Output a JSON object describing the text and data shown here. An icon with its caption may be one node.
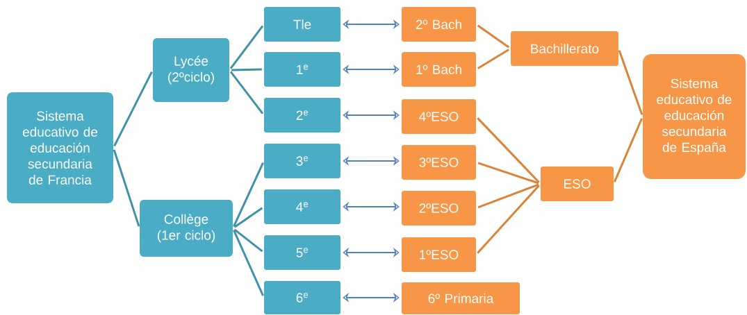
{
  "diagram": {
    "nodes": [
      {
        "text": [
          "Sistema educativo de educación secundaria de Francia"
        ]
      },
      {
        "text": [
          "Lycée (2ºciclo)"
        ]
      },
      {
        "text": [
          "Collège (1er ciclo)"
        ]
      },
      {
        "text": [
          "Tle"
        ]
      },
      {
        "text": [
          "1$^{e}$"
        ]
      },
      {
        "text": [
          "2$^{e}$"
        ]
      },
      {
        "text": [
          "3$^{e}$"
        ]
      },
      {
        "text": [
          "4$^{e}$"
        ]
      },
      {
        "text": [
          "5$^{e}$"
        ]
      },
      {
        "text": [
          "6$^{e}$"
        ]
      },
      {
        "text": [
          "2º Bach"
        ]
      },
      {
        "text": [
          "1º Bach"
        ]
      },
      {
        "text": [
          "4ºESO"
        ]
      },
      {
        "text": [
          "3ºESO"
        ]
      },
      {
        "text": [
          "2ºESO"
        ]
      },
      {
        "text": [
          "1ºESO"
        ]
      },
      {
        "text": [
          "6º Primaria"
        ]
      },
      {
        "text": [
          "Bachillerato"
        ]
      },
      {
        "text": [
          "ESO"
        ]
      },
      {
        "text": [
          "Sistema educativo de educación secundaria de España"
        ]
      }
    ],
    "edges": [
      {
        "from": 0,
        "to": 1,
        "arrow": "none",
        "color": "#3f91a8"
      },
      {
        "from": 0,
        "to": 2,
        "arrow": "none",
        "color": "#3f91a8"
      },
      {
        "from": 1,
        "to": 3,
        "arrow": "none",
        "color": "#3f91a8"
      },
      {
        "from": 1,
        "to": 4,
        "arrow": "none",
        "color": "#3f91a8"
      },
      {
        "from": 1,
        "to": 5,
        "arrow": "none",
        "color": "#3f91a8"
      },
      {
        "from": 2,
        "to": 6,
        "arrow": "none",
        "color": "#3f91a8"
      },
      {
        "from": 2,
        "to": 7,
        "arrow": "none",
        "color": "#3f91a8"
      },
      {
        "from": 2,
        "to": 8,
        "arrow": "none",
        "color": "#3f91a8"
      },
      {
        "from": 2,
        "to": 9,
        "arrow": "none",
        "color": "#3f91a8"
      },
      {
        "from": 3,
        "to": 10,
        "arrow": "both",
        "color": "#4f81bd"
      },
      {
        "from": 4,
        "to": 11,
        "arrow": "both",
        "color": "#4f81bd"
      },
      {
        "from": 5,
        "to": 12,
        "arrow": "both",
        "color": "#4f81bd"
      },
      {
        "from": 6,
        "to": 13,
        "arrow": "both",
        "color": "#4f81bd"
      },
      {
        "from": 7,
        "to": 14,
        "arrow": "both",
        "color": "#4f81bd"
      },
      {
        "from": 8,
        "to": 15,
        "arrow": "both",
        "color": "#4f81bd"
      },
      {
        "from": 9,
        "to": 16,
        "arrow": "both",
        "color": "#4f81bd"
      },
      {
        "from": 10,
        "to": 17,
        "arrow": "none",
        "color": "#d9843a"
      },
      {
        "from": 11,
        "to": 17,
        "arrow": "none",
        "color": "#d9843a"
      },
      {
        "from": 12,
        "to": 18,
        "arrow": "none",
        "color": "#d9843a"
      },
      {
        "from": 13,
        "to": 18,
        "arrow": "none",
        "color": "#d9843a"
      },
      {
        "from": 14,
        "to": 18,
        "arrow": "none",
        "color": "#d9843a"
      },
      {
        "from": 15,
        "to": 18,
        "arrow": "none",
        "color": "#d9843a"
      },
      {
        "from": 17,
        "to": 19,
        "arrow": "none",
        "color": "#d9843a"
      },
      {
        "from": 18,
        "to": 19,
        "arrow": "none",
        "color": "#d9843a"
      }
    ]
  }
}
